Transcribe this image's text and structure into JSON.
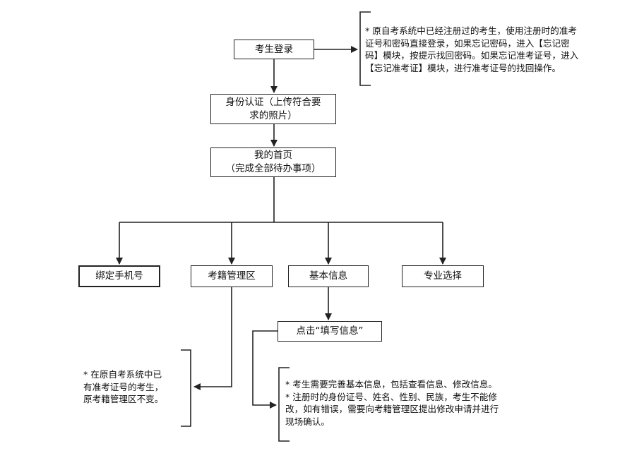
{
  "nodes": {
    "login": "考生登录",
    "identity": [
      "身份认证（上传符合要",
      "求的照片）"
    ],
    "home": [
      "我的首页",
      "（完成全部待办事项）"
    ],
    "bind_phone": "绑定手机号",
    "registry": "考籍管理区",
    "basic_info": "基本信息",
    "major": "专业选择",
    "fill_info": "点击“填写信息”"
  },
  "notes": {
    "login": [
      "* 原自考系统中已经注册过的考生，使用注册时的准考",
      "证号和密码直接登录，如果忘记密码，进入【忘记密",
      "码】模块，按提示找回密码。如果忘记准考证号，进入",
      "【忘记准考证】模块，进行准考证号的找回操作。"
    ],
    "registry": [
      "* 在原自考系统中已",
      "有准考证号的考生，",
      "原考籍管理区不变。"
    ],
    "basic_info": [
      "* 考生需要完善基本信息，包括查看信息、修改信息。",
      "* 注册时的身份证号、姓名、性别、民族，考生不能修",
      "改，如有错误，需要向考籍管理区提出修改申请并进行",
      "现场确认。"
    ]
  }
}
